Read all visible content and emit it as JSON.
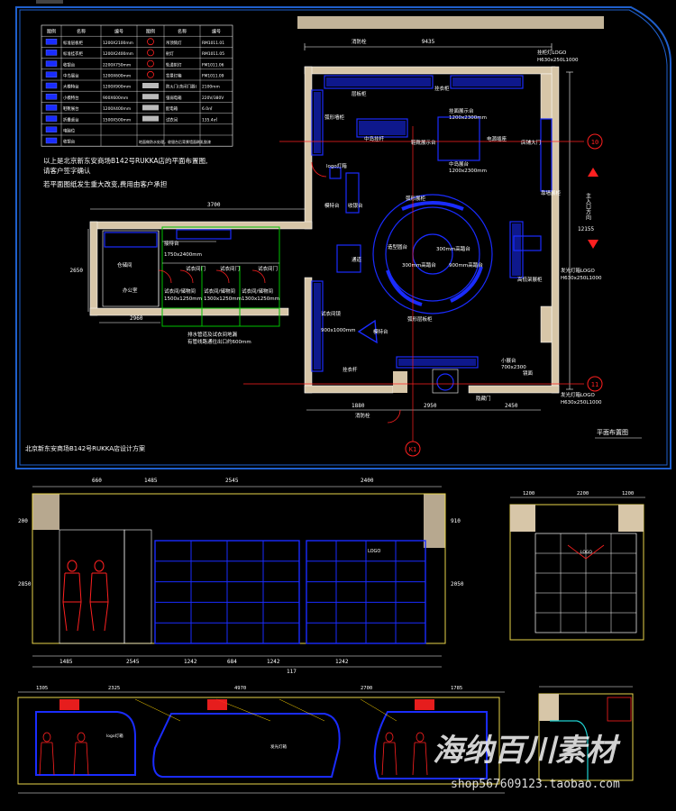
{
  "plan": {
    "title": "北京新东安商场B142号RUKKA店设计方案",
    "caption": "平面布置图",
    "note1": "以上是北京新东安商场B142号RUKKA店的平面布置图,",
    "note2": "请客户签字确认",
    "note3": "若平面图纸发生重大改变,费用由客户承担",
    "entrance_note": "主入口方向",
    "axis_10": "10",
    "axis_11": "11",
    "axis_k1": "K1",
    "dims": {
      "top_total": "9435",
      "right_total": "12155",
      "left_corridor": "3700",
      "left_lower": "2960",
      "left_height": "2650",
      "bottom_a": "1880",
      "bottom_b": "2950",
      "bottom_c": "2450"
    },
    "legend": {
      "headers": [
        "图例",
        "名称",
        "编号",
        "图例",
        "名称",
        "编号"
      ],
      "rows": [
        [
          "",
          "标准层板柜",
          "1200X2100mm",
          "",
          "吊顶筒灯",
          "RM1011.01"
        ],
        [
          "",
          "标准挂衣柜",
          "1200X2400mm",
          "",
          "射灯",
          "RM1011.05"
        ],
        [
          "",
          "收银台",
          "2200X750mm",
          "",
          "轨道射灯",
          "FM1011.06"
        ],
        [
          "",
          "中岛展台",
          "1200X600mm",
          "",
          "背景灯箱",
          "FM1011.09"
        ],
        [
          "",
          "大模特台",
          "1200X900mm",
          "",
          "防火门(含闭门器)",
          "2100mm"
        ],
        [
          "",
          "小模特台",
          "900X600mm",
          "",
          "强弱电箱",
          "220V/380V"
        ],
        [
          "",
          "鞋靴展台",
          "1200X400mm",
          "",
          "配电箱",
          "6.0㎡"
        ],
        [
          "",
          "折叠桌台",
          "1500X500mm",
          "",
          "试衣间",
          "135.4㎡"
        ],
        [
          "",
          "电脑位",
          "",
          "",
          "",
          ""
        ],
        [
          "",
          "收银台",
          "",
          "",
          "",
          ""
        ]
      ],
      "footnote": "地面做防水处理，收银台后背景墙面刷乳胶漆"
    },
    "labels": {
      "fitting_mirror": "试衣间镜",
      "ceiling_light_top": "挂柜灯LOGO",
      "ceiling_light_spec": "H630x250L1000",
      "side_light_a": "发光灯箱LOGO",
      "side_light_a_spec": "H630x250L1000",
      "side_light_b": "发光灯箱LOGO",
      "side_light_b_spec": "H630x250L1000",
      "wall_cabinet_top": "层板柜",
      "hanging_top": "挂衣柜",
      "display_table": "挂面展示台",
      "display_table_spec": "1200x2300mm",
      "middle_display": "中岛展台",
      "middle_display_spec": "1200x2300mm",
      "left_cabinet": "弧形墙柜",
      "logo_wall": "logo灯箱",
      "model_stand": "模特台",
      "cashier": "收银台",
      "shoe_display": "鞋靴展示台",
      "center_round": "造型圆台",
      "center_round_dim1": "300mm高踏台",
      "center_round_dim2": "300mm高踏台",
      "center_round_dim3": "900mm高踏台",
      "curved_cabinet": "弧形展柜",
      "right_cabinet": "高低架展柜",
      "bottom_cabinet": "弧形层板柜",
      "bottom_spec": "700x2300",
      "fire_hydrant": "消防栓",
      "door_main": "店铺大门",
      "storage": "仓储间",
      "office": "办公室",
      "fitting_1": "试衣间门",
      "fitting_2": "试衣间门",
      "fitting_3": "试衣间门",
      "fitting_room_a": "试衣间/储物间",
      "fitting_room_a_spec": "1500x1250mm",
      "fitting_room_b": "试衣间/储物间",
      "fitting_room_b_spec": "1300x1250mm",
      "fitting_room_c": "试衣间/储物间",
      "fitting_room_c_spec": "1300x1250mm",
      "reception": "接待台",
      "reception_spec": "1750x2400mm",
      "pipe_note": "排水管道及试衣间地漏",
      "pipe_note2": "有管线路通往出口约600mm",
      "hanger": "挂衣杆",
      "shelf_right": "靠墙展柜",
      "small_stage": "小展台",
      "power": "电源插座",
      "mirror_right": "镜面",
      "aisle_label": "通道",
      "hidden": "隐藏门",
      "hanger_mid": "中岛挂杆",
      "spec_hanger": "900x1000mm"
    }
  },
  "elevation_a": {
    "dims_top": [
      "660",
      "1485",
      "2545",
      "2400"
    ],
    "dims_bottom": [
      "1485",
      "2545",
      "1242",
      "684",
      "1242",
      "1242",
      "117"
    ],
    "heights": [
      "200",
      "2850",
      "2050",
      "910"
    ],
    "tag": "LOGO"
  },
  "elevation_b": {
    "dims_top": [
      "1200",
      "2200",
      "1200"
    ],
    "tag": "LOGO"
  },
  "elevation_c": {
    "dims_top": [
      "1305",
      "2325",
      "4970",
      "2700",
      "1785"
    ],
    "notes": [
      "logo灯箱",
      "发光灯箱"
    ]
  },
  "watermark": {
    "text": "海纳百川素材",
    "url": "shop567609123.taobao.com"
  },
  "colors": {
    "bg": "#000000",
    "wall": "#d7c6a8",
    "blue": "#1a2cff",
    "frame": "#1f5fcc",
    "red": "#ff2020",
    "green": "#00c000",
    "yellow": "#e8d34a",
    "white": "#ffffff"
  }
}
